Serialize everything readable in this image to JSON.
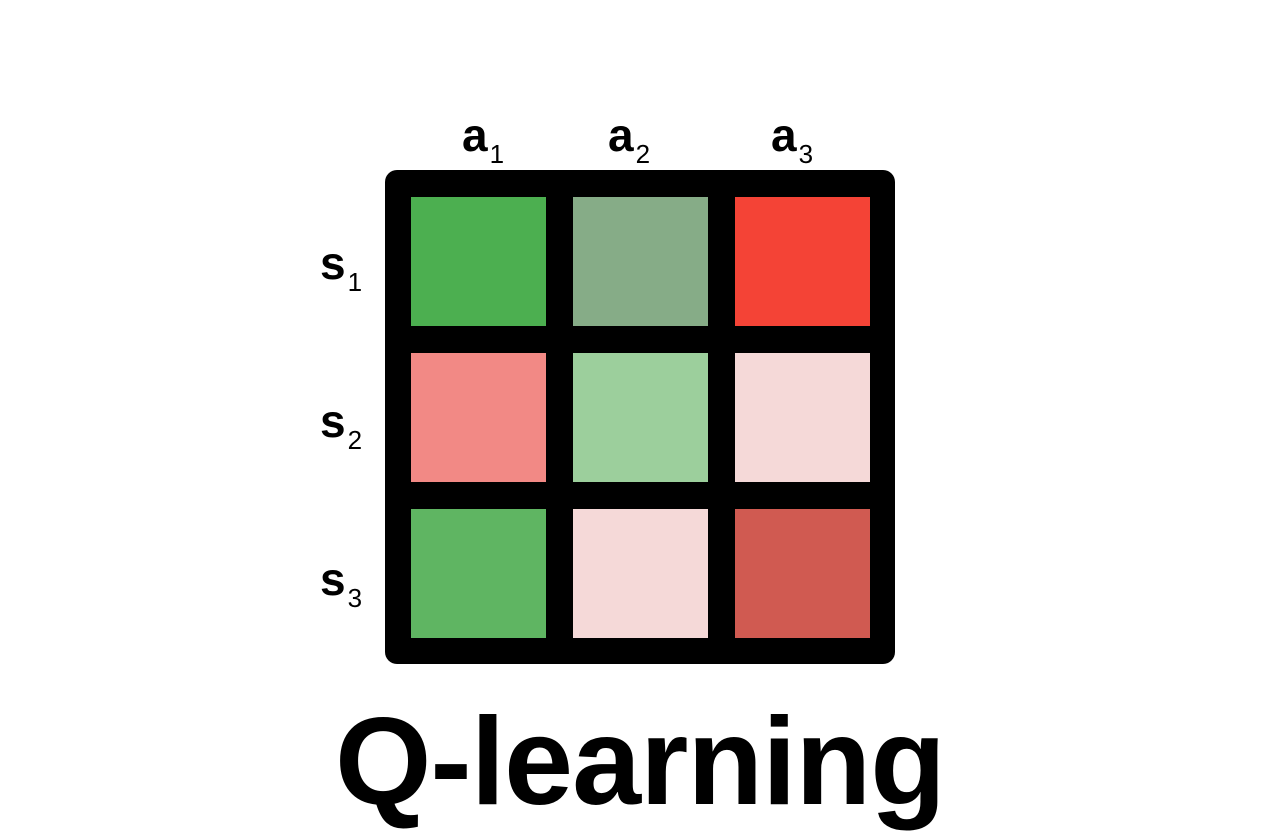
{
  "columns": [
    {
      "base": "a",
      "sub": "1"
    },
    {
      "base": "a",
      "sub": "2"
    },
    {
      "base": "a",
      "sub": "3"
    }
  ],
  "rows": [
    {
      "base": "s",
      "sub": "1"
    },
    {
      "base": "s",
      "sub": "2"
    },
    {
      "base": "s",
      "sub": "3"
    }
  ],
  "cell_colors": [
    [
      "#4caf50",
      "#86ac87",
      "#f44336"
    ],
    [
      "#f28985",
      "#9ccf9c",
      "#f5d9d8"
    ],
    [
      "#5fb562",
      "#f5d9d8",
      "#d05a51"
    ]
  ],
  "title": "Q-learning"
}
